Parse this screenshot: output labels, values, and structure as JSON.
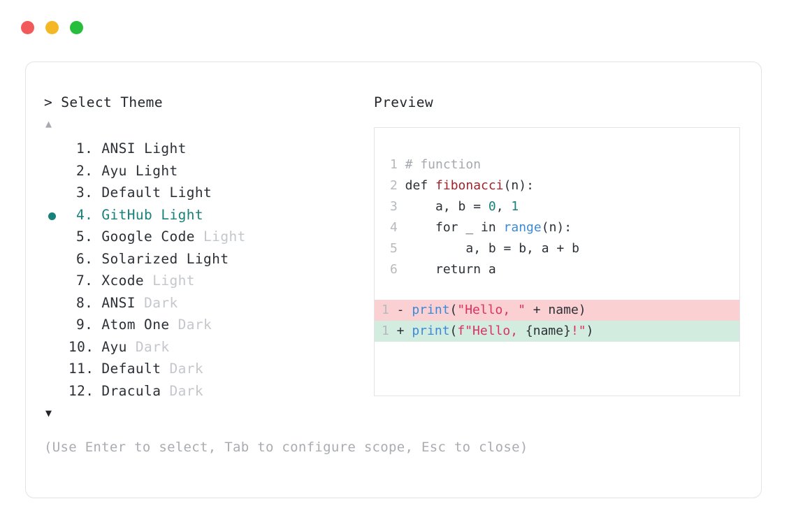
{
  "window": {
    "traffic_lights": [
      {
        "name": "close",
        "color": "#f2595a"
      },
      {
        "name": "minimize",
        "color": "#f5b825"
      },
      {
        "name": "maximize",
        "color": "#27be3e"
      }
    ]
  },
  "prompt": {
    "marker": ">",
    "title": "Select Theme",
    "scroll_up_icon": "▲",
    "scroll_down_icon": "▼"
  },
  "theme_list": {
    "selected_index": 4,
    "selected_color": "#17817a",
    "items": [
      {
        "num": "1.",
        "name": "ANSI",
        "suffix": "Light",
        "suffix_dim": false,
        "selected": false
      },
      {
        "num": "2.",
        "name": "Ayu",
        "suffix": "Light",
        "suffix_dim": false,
        "selected": false
      },
      {
        "num": "3.",
        "name": "Default",
        "suffix": "Light",
        "suffix_dim": false,
        "selected": false
      },
      {
        "num": "4.",
        "name": "GitHub",
        "suffix": "Light",
        "suffix_dim": false,
        "selected": true
      },
      {
        "num": "5.",
        "name": "Google Code",
        "suffix": "Light",
        "suffix_dim": true,
        "selected": false
      },
      {
        "num": "6.",
        "name": "Solarized",
        "suffix": "Light",
        "suffix_dim": false,
        "selected": false
      },
      {
        "num": "7.",
        "name": "Xcode",
        "suffix": "Light",
        "suffix_dim": true,
        "selected": false
      },
      {
        "num": "8.",
        "name": "ANSI",
        "suffix": "Dark",
        "suffix_dim": true,
        "selected": false
      },
      {
        "num": "9.",
        "name": "Atom One",
        "suffix": "Dark",
        "suffix_dim": true,
        "selected": false
      },
      {
        "num": "10.",
        "name": "Ayu",
        "suffix": "Dark",
        "suffix_dim": true,
        "selected": false
      },
      {
        "num": "11.",
        "name": "Default",
        "suffix": "Dark",
        "suffix_dim": true,
        "selected": false
      },
      {
        "num": "12.",
        "name": "Dracula",
        "suffix": "Dark",
        "suffix_dim": true,
        "selected": false
      }
    ]
  },
  "hint": {
    "text": "(Use Enter to select, Tab to configure scope, Esc to close)"
  },
  "preview": {
    "label": "Preview",
    "code": {
      "lines": [
        {
          "n": "1",
          "segments": [
            {
              "t": "# function",
              "c": "cmt"
            }
          ]
        },
        {
          "n": "2",
          "segments": [
            {
              "t": "def ",
              "c": ""
            },
            {
              "t": "fibonacci",
              "c": "fn"
            },
            {
              "t": "(n):",
              "c": ""
            }
          ]
        },
        {
          "n": "3",
          "segments": [
            {
              "t": "    a, b = ",
              "c": ""
            },
            {
              "t": "0",
              "c": "num-lit"
            },
            {
              "t": ", ",
              "c": ""
            },
            {
              "t": "1",
              "c": "num-lit"
            }
          ]
        },
        {
          "n": "4",
          "segments": [
            {
              "t": "    for _ in ",
              "c": ""
            },
            {
              "t": "range",
              "c": "bi"
            },
            {
              "t": "(n):",
              "c": ""
            }
          ]
        },
        {
          "n": "5",
          "segments": [
            {
              "t": "        a, b = b, a + b",
              "c": ""
            }
          ]
        },
        {
          "n": "6",
          "segments": [
            {
              "t": "    return a",
              "c": ""
            }
          ]
        }
      ]
    },
    "diff": {
      "removed": {
        "n": "1",
        "sign": "-",
        "bg": "#fad0d3",
        "segments": [
          {
            "t": "print",
            "c": "bi"
          },
          {
            "t": "(",
            "c": ""
          },
          {
            "t": "\"Hello, \"",
            "c": "str"
          },
          {
            "t": " + name)",
            "c": ""
          }
        ]
      },
      "added": {
        "n": "1",
        "sign": "+",
        "bg": "#d2ecdf",
        "segments": [
          {
            "t": "print",
            "c": "bi"
          },
          {
            "t": "(",
            "c": ""
          },
          {
            "t": "f\"Hello, ",
            "c": "str"
          },
          {
            "t": "{name}",
            "c": ""
          },
          {
            "t": "!\"",
            "c": "str"
          },
          {
            "t": ")",
            "c": ""
          }
        ]
      }
    }
  }
}
